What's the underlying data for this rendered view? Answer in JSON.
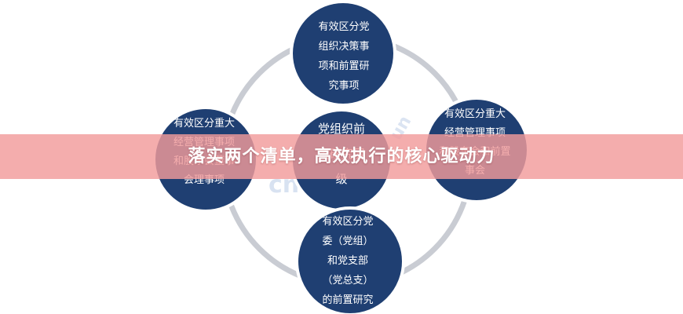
{
  "banner": {
    "title": "落实两个清单，高效执行的核心驱动力"
  },
  "diagram": {
    "nodes": {
      "top": "有效区分党\n组织决策事\n项和前置研\n究事项",
      "left": "有效区分重大\n经营管理事项\n和股东会董事\n会理事项",
      "center": "党组织前\n置研究层\n级",
      "right": "有效区分重大\n经营管理事项\n和股东会和前置\n事会",
      "bottom": "有效区分党\n委（党组）\n和党支部\n（党总支）\n的前置研究"
    },
    "colors": {
      "node_fill": "#1f3f72",
      "node_stroke": "#ffffff",
      "ring": "#c9ccd3",
      "banner": "#f19b9b",
      "watermark": "#b9cbe6"
    }
  }
}
